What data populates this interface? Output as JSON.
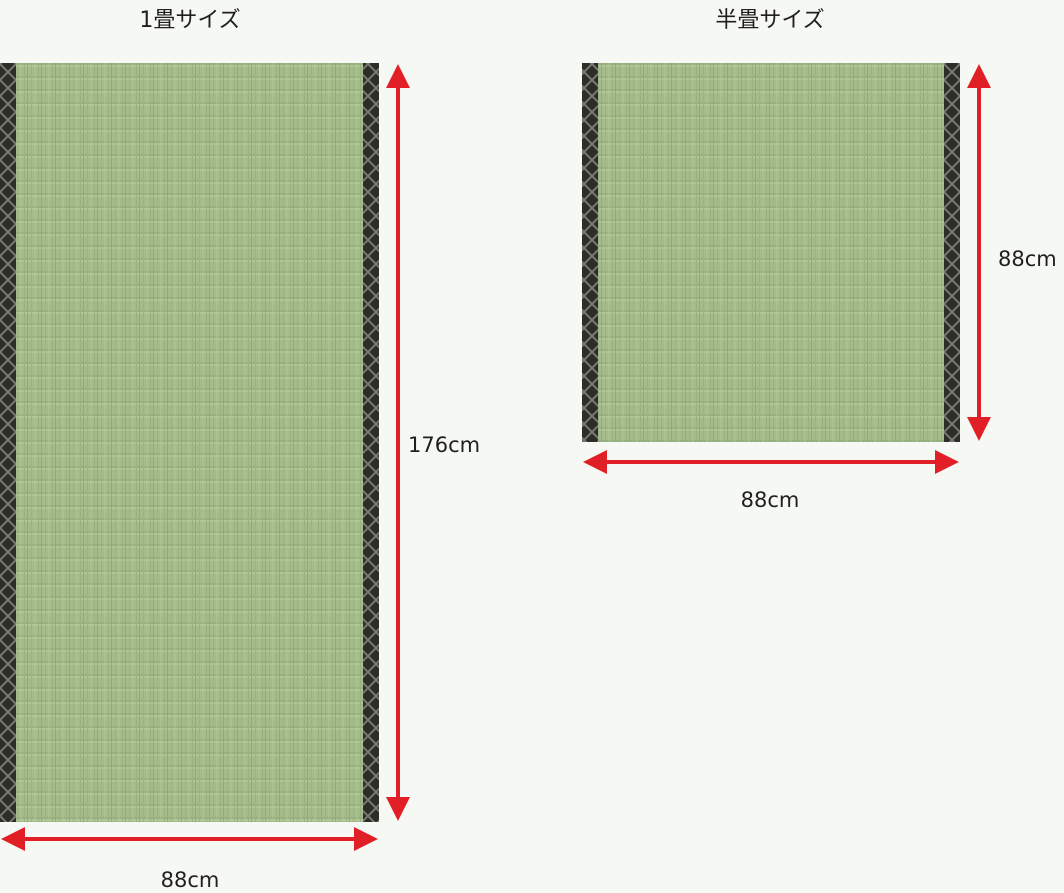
{
  "colors": {
    "background": "#f6f8f4",
    "tatami_surface": "#a5bc8a",
    "tatami_weave_dark": "#97af7e",
    "tatami_weave_light": "#b1c696",
    "border_cloth": "#2c2c28",
    "border_pattern": "#7a7a72",
    "arrow": "#e01f26",
    "text": "#1f1f1f"
  },
  "full_mat": {
    "title": "1畳サイズ",
    "height_label": "176cm",
    "width_label": "88cm"
  },
  "half_mat": {
    "title": "半畳サイズ",
    "height_label": "88cm",
    "width_label": "88cm"
  }
}
